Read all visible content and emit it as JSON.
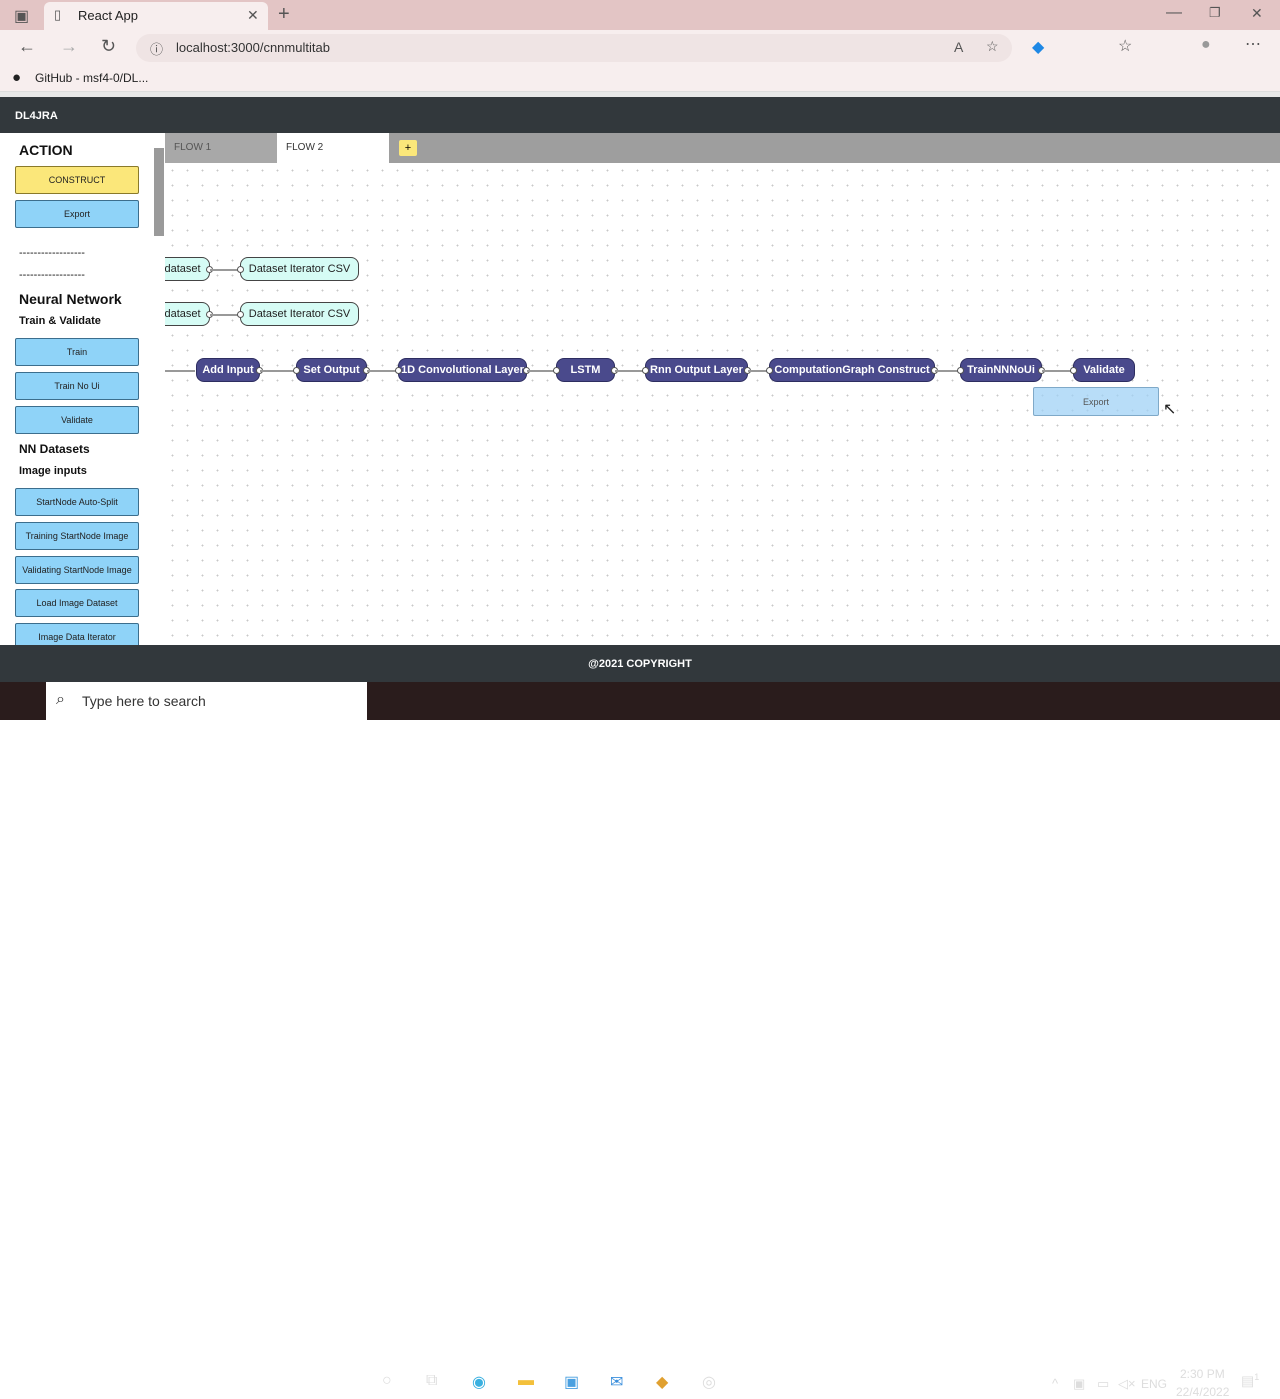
{
  "browser": {
    "tab_title": "React App",
    "url": "localhost:3000/cnnmultitab",
    "bookmark": "GitHub - msf4-0/DL..."
  },
  "app": {
    "title": "DL4JRA",
    "footer": "@2021 COPYRIGHT"
  },
  "sidebar": {
    "action_heading": "ACTION",
    "construct": "CONSTRUCT",
    "export": "Export",
    "divider1": "------------------",
    "divider2": "------------------",
    "nn_heading": "Neural Network",
    "train_validate": "Train & Validate",
    "train": "Train",
    "train_no_ui": "Train No Ui",
    "validate": "Validate",
    "datasets_heading": "NN Datasets",
    "image_inputs": "Image inputs",
    "items": [
      "StartNode Auto-Split",
      "Training StartNode Image",
      "Validating StartNode Image",
      "Load Image Dataset",
      "Image Data Iterator"
    ]
  },
  "flow_tabs": [
    {
      "label": "FLOW 1"
    },
    {
      "label": "FLOW 2",
      "active": true
    }
  ],
  "add_tab": "+",
  "nodes": {
    "dataset1": "dataset",
    "iter1": "Dataset Iterator CSV",
    "dataset2": "dataset",
    "iter2": "Dataset Iterator CSV",
    "chain": [
      "Add Input",
      "Set Output",
      "1D Convolutional Layer",
      "LSTM",
      "Rnn Output Layer",
      "ComputationGraph Construct",
      "TrainNNNoUi",
      "Validate"
    ],
    "dragging": "Export"
  },
  "taskbar": {
    "search_placeholder": "Type here to search",
    "lang": "ENG",
    "time": "2:30 PM",
    "date": "22/4/2022",
    "notifications": "1"
  },
  "colors": {
    "node_dark": "#4a4a8c",
    "node_light": "#d6fcf5",
    "button": "#8fd3f8",
    "construct": "#fbe77a"
  }
}
